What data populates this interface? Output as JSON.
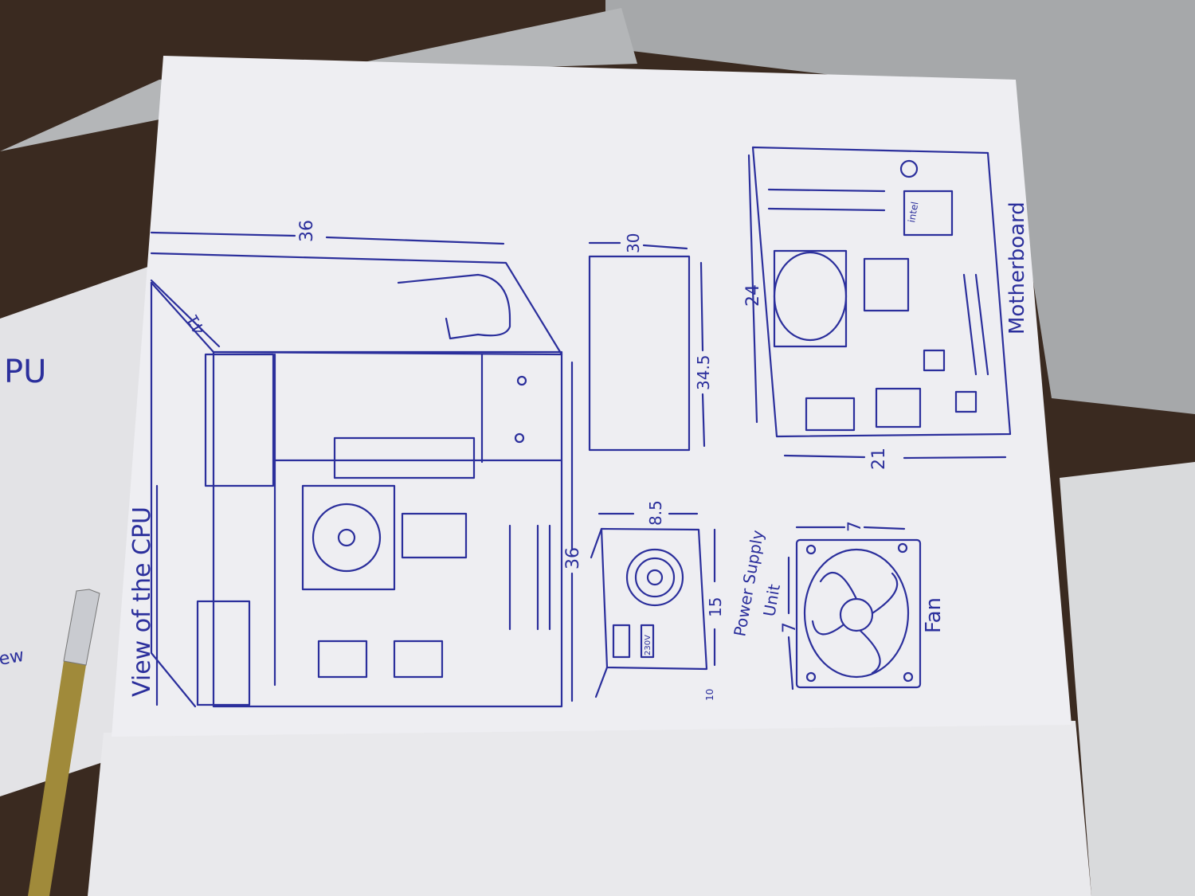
{
  "colors": {
    "ink": "#2b2f9c",
    "paper": "#eeeef2",
    "desk": "#3a2a20",
    "metal": "#a9abad"
  },
  "left_sheet": {
    "fragment_1": "PU",
    "fragment_2": "ew"
  },
  "cpu_view": {
    "title": "View of the CPU",
    "width_label": "36",
    "depth_label": "41",
    "height_label": "36"
  },
  "panel": {
    "width_label": "30",
    "height_label": "34.5"
  },
  "motherboard": {
    "title": "Motherboard",
    "height_label": "24",
    "width_label": "21",
    "chip_label": "intel"
  },
  "psu": {
    "title_line1": "Power Supply",
    "title_line2": "Unit",
    "width_label": "8.5",
    "height_label": "15",
    "depth_label": "10",
    "voltage_label": "230V"
  },
  "fan": {
    "title": "Fan",
    "width_label": "7",
    "height_label": "7"
  }
}
